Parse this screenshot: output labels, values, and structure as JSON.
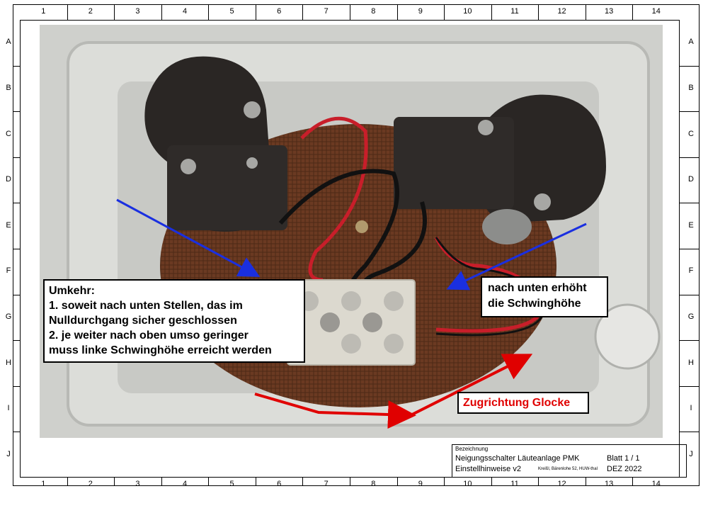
{
  "frame": {
    "columns": [
      "1",
      "2",
      "3",
      "4",
      "5",
      "6",
      "7",
      "8",
      "9",
      "10",
      "11",
      "12",
      "13",
      "14"
    ],
    "rows": [
      "A",
      "B",
      "C",
      "D",
      "E",
      "F",
      "G",
      "H",
      "I",
      "J"
    ]
  },
  "annotations": {
    "left_box": {
      "line1": "Umkehr:",
      "line2": "1. soweit nach unten Stellen, das im",
      "line3": "Nulldurchgang sicher geschlossen",
      "line4": "2. je weiter nach oben umso geringer",
      "line5": "muss linke Schwinghöhe erreicht werden"
    },
    "right_box": {
      "line1": "nach unten erhöht",
      "line2": "die Schwinghöhe"
    },
    "direction_label": "Zugrichtung Glocke"
  },
  "title_block": {
    "label": "Bezeichnung",
    "name": "Neigungsschalter Läuteanlage PMK",
    "subtitle": "Einstellhinweise v2",
    "author": "Kreißl, Bärenlohe 52, HUW-thal",
    "sheet": "Blatt   1 / 1",
    "date": "DEZ 2022"
  },
  "colors": {
    "arrow_blue": "#1a2fe0",
    "arrow_red": "#e00000",
    "board": "#6b3a22",
    "box": "#d9dad6"
  }
}
